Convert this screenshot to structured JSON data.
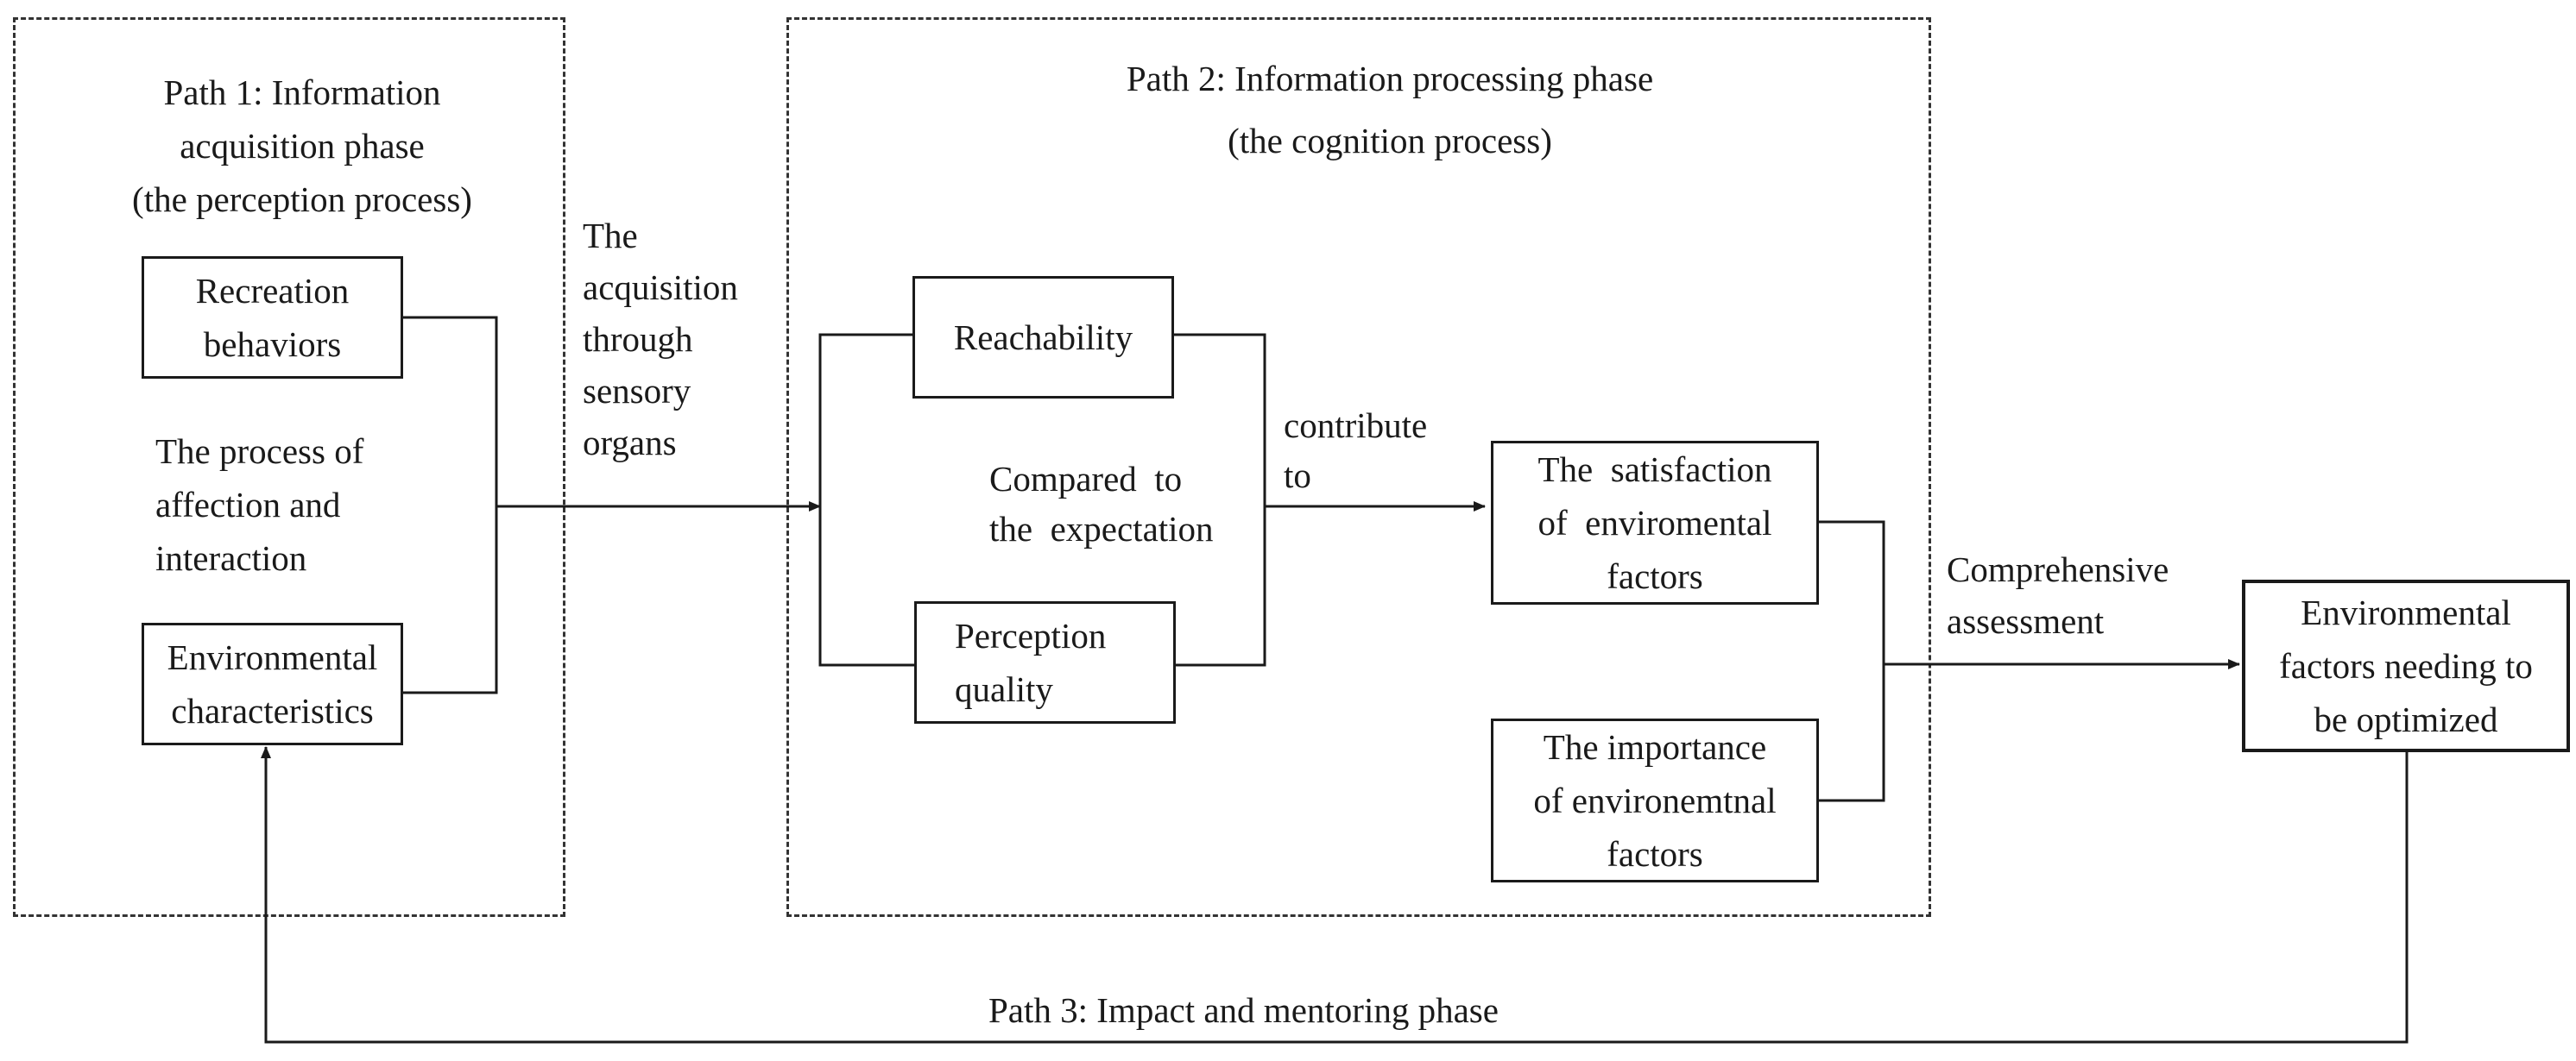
{
  "path1": {
    "title": [
      "Path 1:  Information",
      "acquisition phase",
      "(the perception process)"
    ],
    "box_recreation": [
      "Recreation",
      "behaviors"
    ],
    "middle_text": [
      "The process of",
      "affection and",
      "interaction"
    ],
    "box_environment": [
      "Environmental",
      "characteristics"
    ]
  },
  "acquisition_label": [
    "The",
    "acquisition",
    "through",
    "sensory",
    "organs"
  ],
  "path2": {
    "title": [
      "Path 2:  Information processing phase",
      "(the cognition process)"
    ],
    "box_reachability": "Reachability",
    "compare_text": [
      "Compared  to",
      "the  expectation"
    ],
    "box_perception": [
      "Perception",
      "quality"
    ],
    "contribute_label": [
      "contribute",
      "to"
    ],
    "box_satisfaction": [
      "The  satisfaction",
      "of  enviromental",
      "factors"
    ],
    "box_importance": [
      "The importance",
      "of environemtnal",
      "factors"
    ]
  },
  "assessment_label": [
    "Comprehensive",
    "assessment"
  ],
  "box_optimized": [
    "Environmental",
    "factors needing to",
    "be optimized"
  ],
  "path3_label": "Path 3:  Impact and mentoring phase"
}
